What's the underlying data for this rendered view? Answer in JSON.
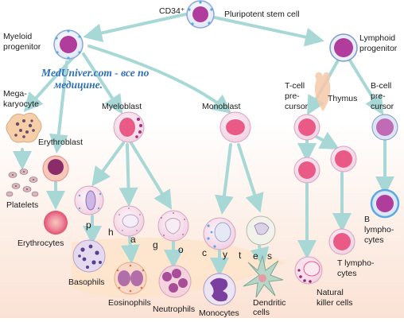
{
  "watermark": {
    "line1": "MedUniver.com - все по",
    "line2": "медицине."
  },
  "labels": {
    "cd34": "CD34⁺",
    "stem": "Pluripotent stem cell",
    "myeloid1": "Myeloid",
    "myeloid2": "progenitor",
    "lymphoid1": "Lymphoid",
    "lymphoid2": "progenitor",
    "mega1": "Mega-",
    "mega2": "karyocyte",
    "myeloblast": "Myeloblast",
    "monoblast": "Monoblast",
    "erythroblast": "Erythroblast",
    "platelets": "Platelets",
    "erythrocytes": "Erythrocytes",
    "basophils": "Basophils",
    "eosinophils": "Eosinophils",
    "neutrophils": "Neutrophils",
    "monocytes": "Monocytes",
    "dendritic1": "Dendritic",
    "dendritic2": "cells",
    "tcell1": "T-cell",
    "tcell2": "pre-",
    "tcell3": "cursor",
    "thymus": "Thymus",
    "bcell1": "B-cell",
    "bcell2": "pre-",
    "bcell3": "cursor",
    "blympho1": "B",
    "blympho2": "lympho-",
    "blympho3": "cytes",
    "tlympho1": "T lympho-",
    "tlympho2": "cytes",
    "nk1": "Natural",
    "nk2": "killer cells"
  },
  "phagocytes": [
    "p",
    "h",
    "a",
    "g",
    "o",
    "c",
    "y",
    "t",
    "e",
    "s"
  ],
  "colors": {
    "arrow": "#a7d8d6",
    "nucleus_pink": "#e95a87",
    "nucleus_purple": "#b03c9c",
    "membrane_blue": "#5aa9e6",
    "cytoplasm": "#f4d8e6",
    "background_warm": "#fbe7da"
  }
}
